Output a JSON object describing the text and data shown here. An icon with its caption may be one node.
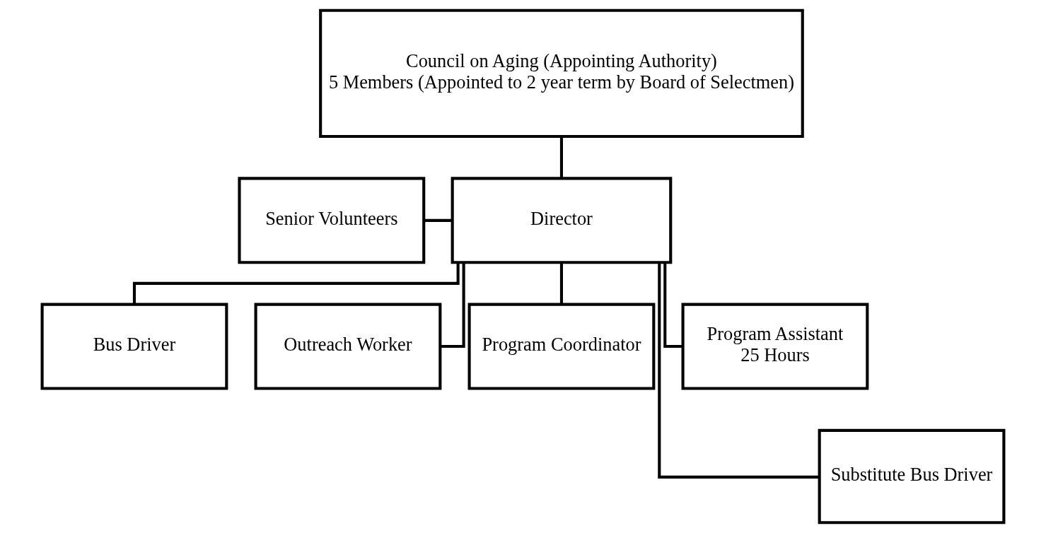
{
  "diagram": {
    "nodes": [
      {
        "text": [
          "Council on Aging (Appointing Authority)",
          "5 Members (Appointed to 2 year term by Board of Selectmen)"
        ]
      },
      {
        "text": [
          "Senior Volunteers"
        ]
      },
      {
        "text": [
          "Director"
        ]
      },
      {
        "text": [
          "Bus Driver"
        ]
      },
      {
        "text": [
          "Outreach Worker"
        ]
      },
      {
        "text": [
          "Program Coordinator"
        ]
      },
      {
        "text": [
          "Program Assistant",
          "25 Hours"
        ]
      },
      {
        "text": [
          "Substitute Bus Driver"
        ]
      }
    ],
    "edges": [
      {
        "from": 0,
        "to": 2,
        "arrow": "none"
      },
      {
        "from": 1,
        "to": 2,
        "arrow": "none"
      },
      {
        "from": 2,
        "to": 3,
        "arrow": "none"
      },
      {
        "from": 2,
        "to": 4,
        "arrow": "none"
      },
      {
        "from": 2,
        "to": 7,
        "arrow": "none"
      },
      {
        "from": 2,
        "to": 5,
        "arrow": "none"
      },
      {
        "from": 2,
        "to": 6,
        "arrow": "none"
      }
    ]
  }
}
